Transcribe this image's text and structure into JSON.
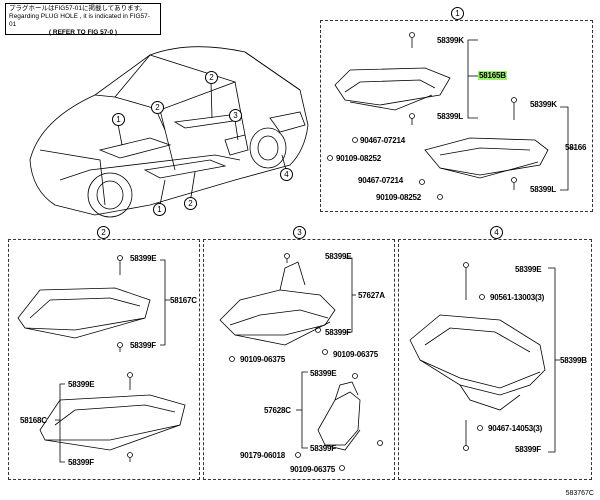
{
  "note": {
    "line1": "プラグホールはFIG57-01に掲載してあります。",
    "line2": "Regarding PLUG HOLE , it is indicated in FIG57-01",
    "line3": "( REFER TO FIG 57-0 )"
  },
  "panel1": {
    "num": "1",
    "parts": {
      "p58399K_a": "58399K",
      "p58165B": "58165B",
      "p58399L_a": "58399L",
      "p58399K_b": "58399K",
      "p90467_a": "90467-07214",
      "p58166": "58166",
      "p90109_a": "90109-08252",
      "p90467_b": "90467-07214",
      "p58399L_b": "58399L",
      "p90109_b": "90109-08252"
    }
  },
  "panel2": {
    "num": "2",
    "parts": {
      "p58399E_a": "58399E",
      "p58167C": "58167C",
      "p58399F_a": "58399F",
      "p58399E_b": "58399E",
      "p58168C": "58168C",
      "p58399F_b": "58399F"
    }
  },
  "panel3": {
    "num": "3",
    "parts": {
      "p58399E_a": "58399E",
      "p57627A": "57627A",
      "p58399F_a": "58399F",
      "p90109_a": "90109-06375",
      "p90109_b": "90109-06375",
      "p58399E_b": "58399E",
      "p57628C": "57628C",
      "p90179": "90179-06018",
      "p58399F_b": "58399F",
      "p90109_c": "90109-06375"
    }
  },
  "panel4": {
    "num": "4",
    "parts": {
      "p58399E_a": "58399E",
      "p90561": "90561-13003(3)",
      "p58399B": "58399B",
      "p90467": "90467-14053(3)",
      "p58399F_a": "58399F"
    }
  },
  "car_callouts": [
    "1",
    "2",
    "2",
    "3",
    "4",
    "2"
  ],
  "ref_code": "583767C",
  "colors": {
    "highlight": "#9cf06c",
    "line": "#000000"
  }
}
